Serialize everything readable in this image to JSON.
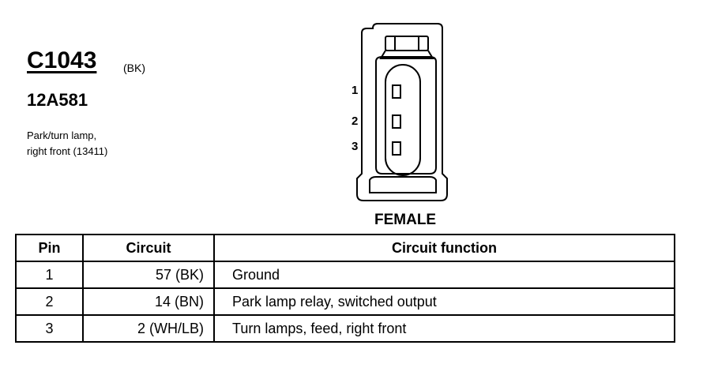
{
  "connector": {
    "id": "C1043",
    "color": "(BK)",
    "part_number": "12A581",
    "description_line1": "Park/turn lamp,",
    "description_line2": "right front (13411)",
    "gender": "FEMALE",
    "pin_labels": [
      "1",
      "2",
      "3"
    ]
  },
  "table": {
    "headers": {
      "pin": "Pin",
      "circuit": "Circuit",
      "function": "Circuit function"
    },
    "rows": [
      {
        "pin": "1",
        "circuit": "57 (BK)",
        "function": "Ground"
      },
      {
        "pin": "2",
        "circuit": "14 (BN)",
        "function": "Park lamp relay, switched output"
      },
      {
        "pin": "3",
        "circuit": "2 (WH/LB)",
        "function": "Turn lamps, feed, right front"
      }
    ]
  }
}
